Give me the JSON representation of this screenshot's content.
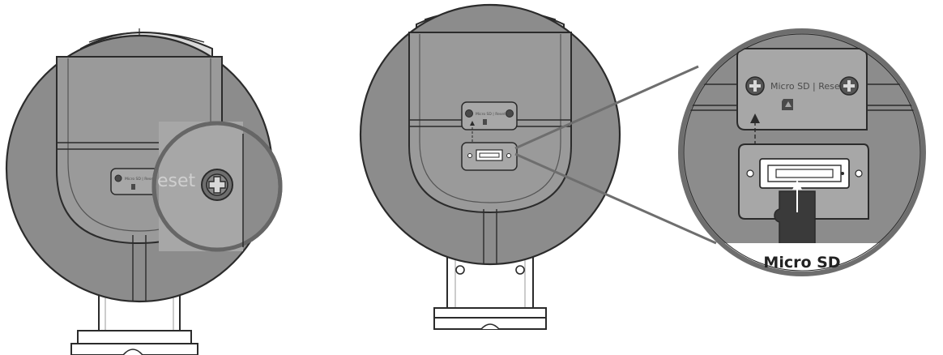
{
  "left_figure": {
    "panel_label": "Micro SD | Reset",
    "zoom_label": "eset"
  },
  "middle_figure": {
    "panel_label": "Micro SD | Reset"
  },
  "zoom_figure": {
    "panel_label": "Micro SD | Reset",
    "card_label": "Micro SD"
  },
  "colors": {
    "body_gray": "#8c8c8c",
    "dark_gray": "#666666",
    "outline": "#2b2b2b",
    "panel_fill": "#a7a7a7",
    "white": "#ffffff"
  }
}
